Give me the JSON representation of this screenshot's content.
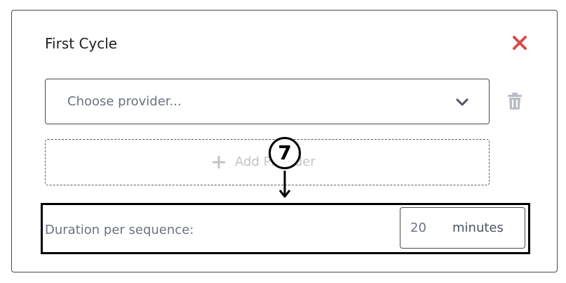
{
  "dialog": {
    "title": "First Cycle",
    "close_icon": "close-icon",
    "close_color": "#d94a4a"
  },
  "provider_select": {
    "placeholder": "Choose provider...",
    "chevron_icon": "chevron-down-icon",
    "delete_icon": "trash-icon"
  },
  "add_provider": {
    "label": "Add Provider",
    "icon": "plus-icon"
  },
  "annotation": {
    "number": "7",
    "arrow_icon": "arrow-down-icon"
  },
  "duration": {
    "label": "Duration per sequence:",
    "value": "20",
    "unit": "minutes"
  }
}
